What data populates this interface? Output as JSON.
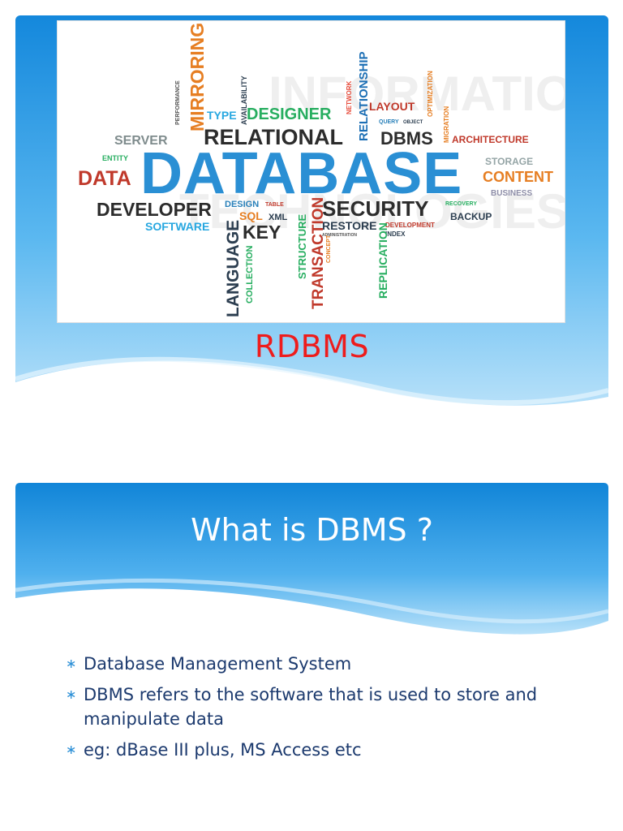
{
  "slide1": {
    "title": "RDBMS",
    "word_cloud": {
      "words": [
        "MIRRORING",
        "PERFORMANCE",
        "AVAILABILITY",
        "RELATIONSHIP",
        "NETWORK",
        "OPTIMIZATION",
        "MIGRATION",
        "TYPE",
        "DESIGNER",
        "LAYOUT",
        "QUERY",
        "OBJECT",
        "SERVER",
        "RELATIONAL",
        "DBMS",
        "ARCHITECTURE",
        "ENTITY",
        "DATA",
        "DATABASE",
        "STORAGE",
        "CONTENT",
        "BUSINESS",
        "DEVELOPER",
        "DESIGN",
        "TABLE",
        "SECURITY",
        "RECOVERY",
        "SOFTWARE",
        "SQL",
        "XML",
        "RESTORE",
        "DEVELOPMENT",
        "BACKUP",
        "KEY",
        "INDEX",
        "ADMINISTRATION",
        "LANGUAGE",
        "COLLECTION",
        "STRUCTURE",
        "TRANSACTION",
        "CONCEPT",
        "REPLICATION"
      ]
    }
  },
  "slide2": {
    "title": "What is DBMS ?",
    "bullets": [
      "Database Management System",
      "DBMS refers to the software that is used to store and manipulate data",
      "eg: dBase III plus, MS Access etc"
    ],
    "bullet_glyph": "∗"
  }
}
